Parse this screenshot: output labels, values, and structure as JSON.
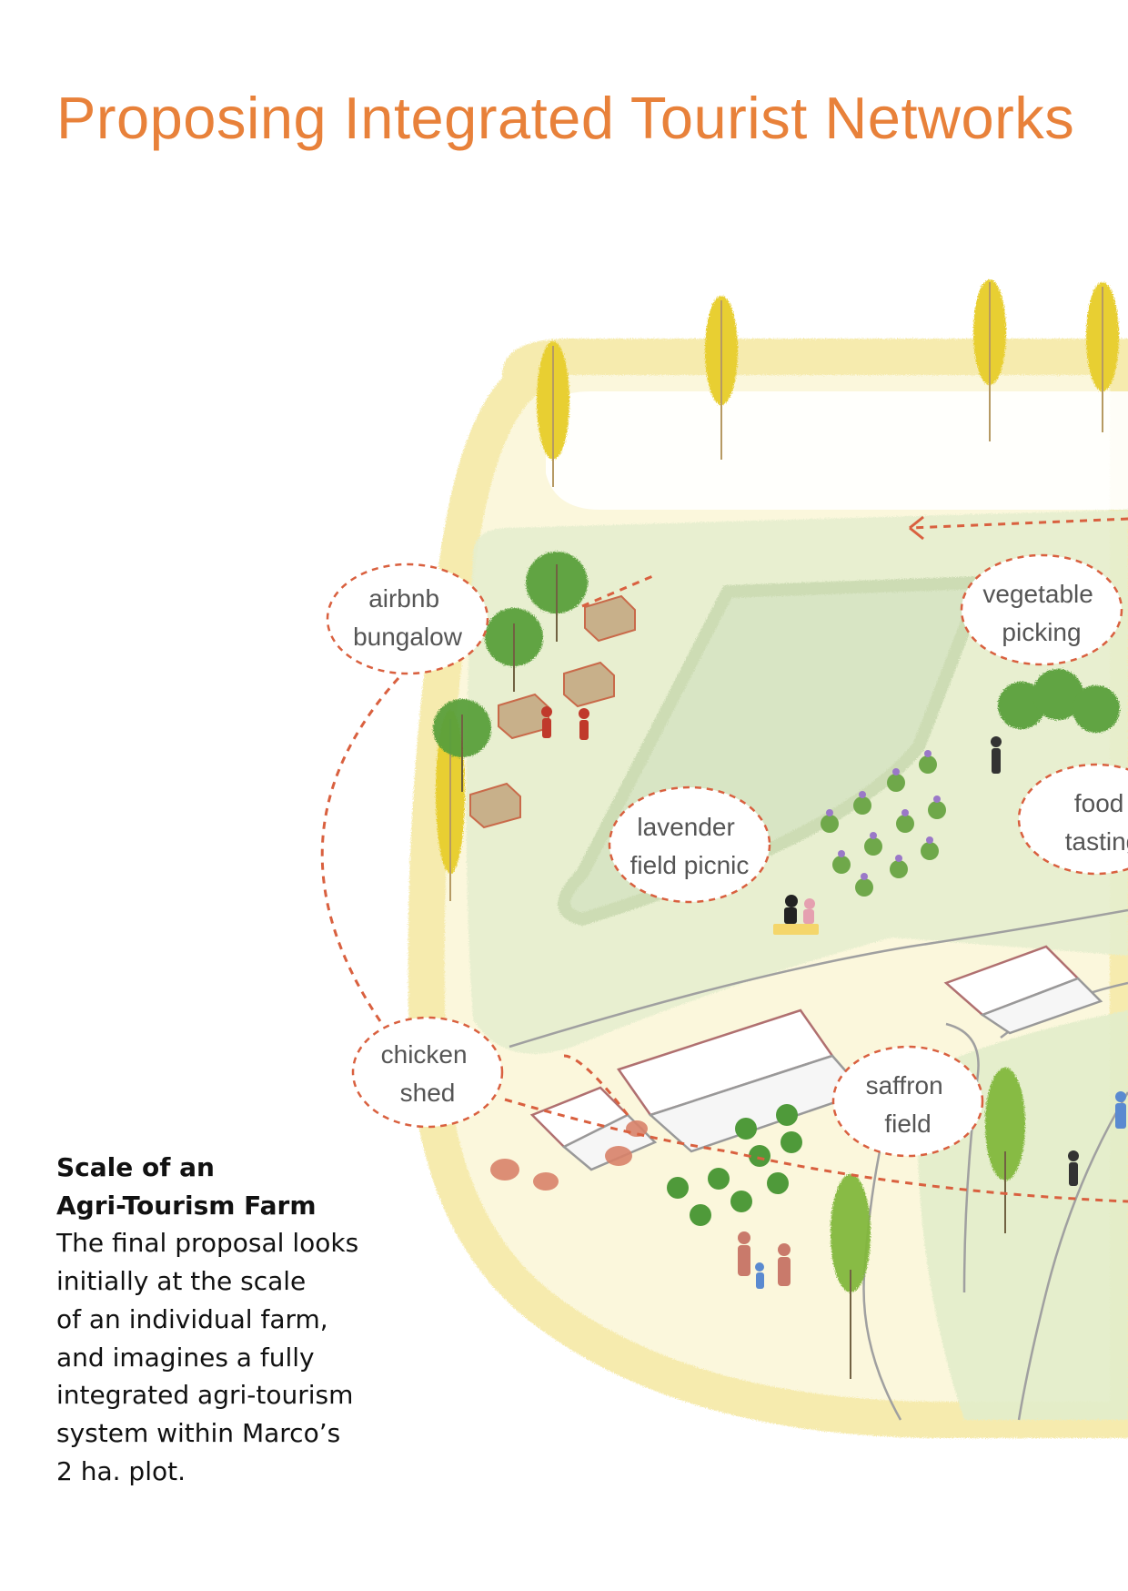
{
  "title": "Proposing Integrated Tourist Networks",
  "colors": {
    "title": "#e8813a",
    "dashed_path": "#d9603f",
    "meadow": "#e6efcf",
    "field": "#d6e4c2",
    "border": "#f6ebae",
    "tree_yellow": "#e8cf33",
    "tree_green": "#5aa03a",
    "bungalow": "#c8b08a",
    "lavender": "#9a78c8",
    "road": "#9a9a9a"
  },
  "labels": {
    "airbnb": [
      "airbnb",
      "bungalow"
    ],
    "vegetable": [
      "vegetable",
      "picking"
    ],
    "lavender": [
      "lavender",
      "field picnic"
    ],
    "food": [
      "food",
      "tasting"
    ],
    "chicken": [
      "chicken",
      "shed"
    ],
    "saffron": [
      "saffron",
      "field"
    ]
  },
  "caption": {
    "heading": [
      "Scale of an",
      "Agri-Tourism Farm"
    ],
    "body": [
      "The final proposal looks",
      "initially at the scale",
      "of an individual farm,",
      "and imagines a fully",
      "integrated agri-tourism",
      "system within Marco’s",
      "2 ha. plot."
    ]
  }
}
